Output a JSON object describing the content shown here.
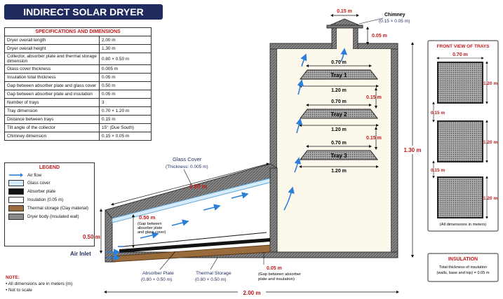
{
  "title": "INDIRECT SOLAR DRYER",
  "spec": {
    "header": "SPECIFICATIONS AND DIMENSIONS",
    "rows": [
      [
        "Dryer overall length",
        "2.00 m"
      ],
      [
        "Dryer overall height",
        "1.30 m"
      ],
      [
        "Collector, absorber plate and thermal storage dimension",
        "0.80 × 0.50 m"
      ],
      [
        "Glass cover thickness",
        "0.005 m"
      ],
      [
        "Insulation total thickness",
        "0.05 m"
      ],
      [
        "Gap between absorber plate and glass cover",
        "0.50 m"
      ],
      [
        "Gap between absorber plate and insulation",
        "0.05 m"
      ],
      [
        "Number of trays",
        "3"
      ],
      [
        "Tray dimension",
        "0.70 × 1.20 m"
      ],
      [
        "Distance between trays",
        "0.15 m"
      ],
      [
        "Tilt angle of the collector",
        "15° (Due South)"
      ],
      [
        "Chimney dimension",
        "0.15 × 0.05 m"
      ]
    ]
  },
  "legend": {
    "title": "LEGEND",
    "items": [
      "Air flow",
      "Glass cover",
      "Absorber plate",
      "Insulation (0.05 m)",
      "Thermal storage (Clay material)",
      "Dryer body (Insulated wall)"
    ]
  },
  "note": {
    "title": "NOTE:",
    "lines": [
      "• All dimensions are in meters (m)",
      "• Not to scale"
    ]
  },
  "diagram": {
    "chimney_label": "Chimney",
    "chimney_dim": "(0.15 × 0.05 m)",
    "chimney_width": "0.15 m",
    "chimney_height": "0.05 m",
    "trays": [
      {
        "label": "Tray 1",
        "top": "0.70 m",
        "bottom": "1.20 m"
      },
      {
        "label": "Tray 2",
        "top": "0.70 m",
        "bottom": "1.20 m"
      },
      {
        "label": "Tray 3",
        "top": "0.70 m",
        "bottom": "1.20 m"
      }
    ],
    "tray_gap": "0.15 m",
    "height": "1.30 m",
    "length": "2.00 m",
    "glass_cover": "Glass Cover",
    "glass_thickness": "(Thickness: 0.005 m)",
    "collector_length": "0.80 m",
    "inlet_height": "0.50 m",
    "air_inlet": "Air Inlet",
    "gap_value": "0.50 m",
    "gap_note": [
      "(Gap between",
      "absorber plate",
      "and glass cover)"
    ],
    "absorber_label": "Absorber Plate",
    "absorber_dim": "(0.80 × 0.50 m)",
    "storage_label": "Thermal Storage",
    "storage_dim": "(0.80 × 0.50 m)",
    "ins_gap": "0.05 m",
    "ins_gap_note": [
      "(Gap between absorber",
      "plate and insulation)"
    ]
  },
  "front": {
    "title": "FRONT VIEW OF TRAYS",
    "width": "0.70 m",
    "height": "1.20 m",
    "gap": "0.15 m",
    "note": "(All dimensions in meters)"
  },
  "insulation": {
    "title": "INSULATION",
    "lines": [
      "Total thickness of insulation",
      "(walls, base and top) = 0.05 m"
    ]
  },
  "colors": {
    "navy": "#1f2a5e",
    "red": "#c01818",
    "blue": "#2b7fd8",
    "wall": "#8a8a8a",
    "storage": "#9a6b3c"
  }
}
